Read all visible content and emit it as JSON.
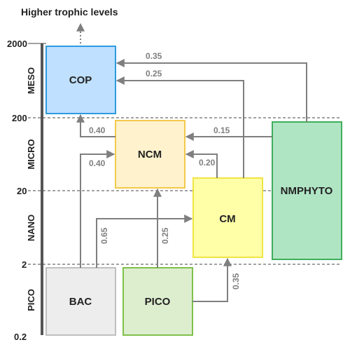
{
  "title": "Higher trophic levels",
  "size_ticks": [
    "2000",
    "200",
    "20",
    "2",
    "0.2"
  ],
  "zones": [
    "MESO",
    "MICRO",
    "NANO",
    "PICO"
  ],
  "boxes": {
    "cop": {
      "label": "COP",
      "fill": "#bfe0ff",
      "stroke": "#2e9ae0"
    },
    "ncm": {
      "label": "NCM",
      "fill": "#fff2cc",
      "stroke": "#f2c94c"
    },
    "cm": {
      "label": "CM",
      "fill": "#ffffa8",
      "stroke": "#f0e442"
    },
    "nmphyto": {
      "label": "NMPHYTO",
      "fill": "#b0e5c4",
      "stroke": "#3fae5c"
    },
    "bac": {
      "label": "BAC",
      "fill": "#ededed",
      "stroke": "#bfbfbf"
    },
    "pico": {
      "label": "PICO",
      "fill": "#ddeecf",
      "stroke": "#7fc04a"
    }
  },
  "flows": {
    "nmphyto_cop": "0.35",
    "cm_cop": "0.25",
    "ncm_cop": "0.40",
    "nmphyto_ncm": "0.15",
    "bac_ncm": "0.40",
    "cm_ncm": "0.20",
    "bac_cm": "0.65",
    "pico_ncm": "0.25",
    "pico_cm": "0.35"
  }
}
